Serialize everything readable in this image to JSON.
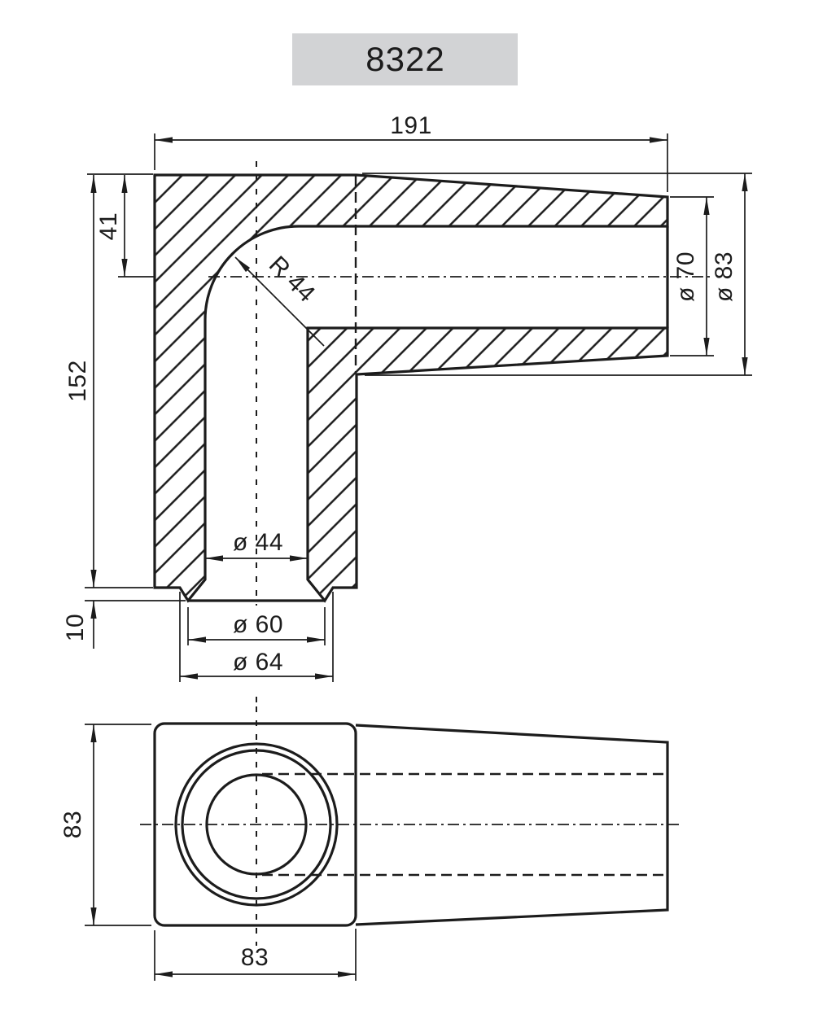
{
  "title_block": {
    "part_number": "8322"
  },
  "section_view": {
    "dimensions": {
      "overall_length": "191",
      "top_face_to_axis": "41",
      "body_height": "152",
      "spigot_height": "10",
      "inner_corner_radius": "R 44",
      "bore_diameter": "ø 44",
      "spigot_tip_diameter": "ø 60",
      "spigot_outer_diameter": "ø 64",
      "pipe_end_outer_diameter": "ø 70",
      "pipe_max_outer_diameter": "ø 83"
    }
  },
  "end_view": {
    "dimensions": {
      "body_height": "83",
      "body_width": "83"
    }
  },
  "colors": {
    "ink": "#1c1c1c",
    "title_box_bg": "#d2d3d5",
    "paper": "#ffffff"
  }
}
